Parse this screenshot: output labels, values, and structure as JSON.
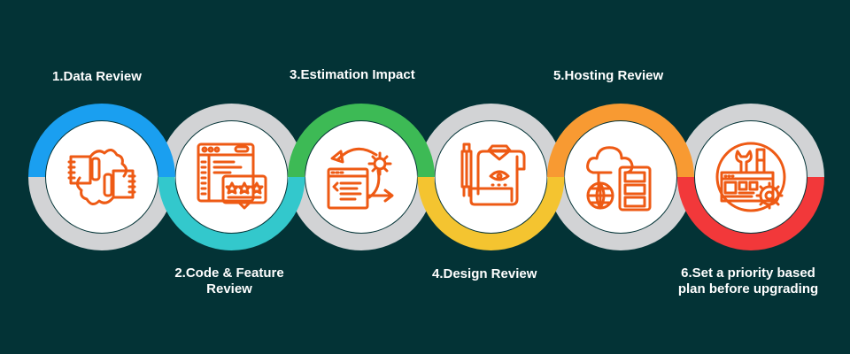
{
  "diagram": {
    "background": "#033336",
    "ring_gray": "#d2d3d5",
    "icon_color": "#ee5a14",
    "steps": [
      {
        "number": "1",
        "label": "1.Data Review",
        "lines": [
          "1.Data Review"
        ],
        "position": "top",
        "color": "#1a9ff0",
        "colored_half": "top",
        "icon": "thumbs-up-down-icon"
      },
      {
        "number": "2",
        "label": "2.Code & Feature Review",
        "lines": [
          "2.Code & Feature",
          "Review"
        ],
        "position": "bottom",
        "color": "#33c8cc",
        "colored_half": "bottom",
        "icon": "code-review-rating-icon"
      },
      {
        "number": "3",
        "label": "3.Estimation Impact",
        "lines": [
          "3.Estimation Impact"
        ],
        "position": "top",
        "color": "#3dba55",
        "colored_half": "top",
        "icon": "code-process-gear-icon"
      },
      {
        "number": "4",
        "label": "4.Design Review",
        "lines": [
          "4.Design Review"
        ],
        "position": "bottom",
        "color": "#f4c430",
        "colored_half": "bottom",
        "icon": "design-blueprint-icon"
      },
      {
        "number": "5",
        "label": "5.Hosting Review",
        "lines": [
          "5.Hosting Review"
        ],
        "position": "top",
        "color": "#f89a32",
        "colored_half": "top",
        "icon": "cloud-server-globe-icon"
      },
      {
        "number": "6",
        "label": "6.Set a priority based plan before upgrading",
        "lines": [
          "6.Set a priority based",
          "plan before upgrading"
        ],
        "position": "bottom",
        "color": "#f2383a",
        "colored_half": "bottom",
        "icon": "maintenance-tools-icon"
      }
    ]
  }
}
